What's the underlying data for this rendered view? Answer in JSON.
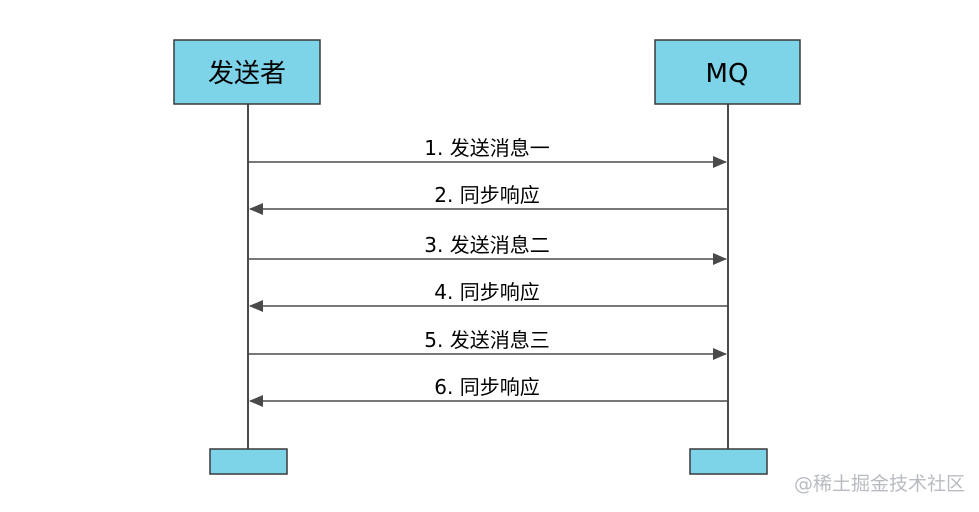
{
  "participants": [
    {
      "id": "sender",
      "label": "发送者"
    },
    {
      "id": "mq",
      "label": "MQ"
    }
  ],
  "messages": [
    {
      "from": "sender",
      "to": "mq",
      "label": "1. 发送消息一"
    },
    {
      "from": "mq",
      "to": "sender",
      "label": "2. 同步响应"
    },
    {
      "from": "sender",
      "to": "mq",
      "label": "3. 发送消息二"
    },
    {
      "from": "mq",
      "to": "sender",
      "label": "4. 同步响应"
    },
    {
      "from": "sender",
      "to": "mq",
      "label": "5. 发送消息三"
    },
    {
      "from": "mq",
      "to": "sender",
      "label": "6. 同步响应"
    }
  ],
  "colors": {
    "box_fill": "#7dd3e8",
    "box_stroke": "#3a3a3a",
    "line": "#4a4a4a",
    "text": "#000000"
  },
  "watermark": "@稀土掘金技术社区"
}
